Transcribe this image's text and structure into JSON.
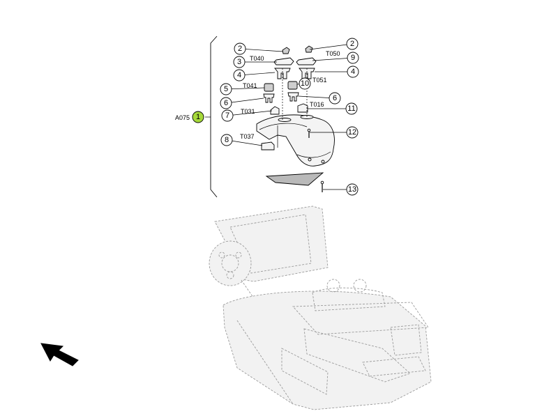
{
  "assembly": {
    "code": "A075",
    "number": "1",
    "highlight_color": "#a6d93a"
  },
  "callouts": [
    {
      "num": "2",
      "code": ""
    },
    {
      "num": "2",
      "code": ""
    },
    {
      "num": "3",
      "code": "T040"
    },
    {
      "num": "9",
      "code": "T050"
    },
    {
      "num": "4",
      "code": ""
    },
    {
      "num": "4",
      "code": ""
    },
    {
      "num": "5",
      "code": "T041"
    },
    {
      "num": "10",
      "code": "T051"
    },
    {
      "num": "6",
      "code": ""
    },
    {
      "num": "6",
      "code": ""
    },
    {
      "num": "7",
      "code": "T031"
    },
    {
      "num": "11",
      "code": "T016"
    },
    {
      "num": "8",
      "code": "T037"
    },
    {
      "num": "12",
      "code": ""
    },
    {
      "num": "13",
      "code": ""
    }
  ],
  "icons": {
    "direction_arrow": "arrow-up-left-icon"
  }
}
